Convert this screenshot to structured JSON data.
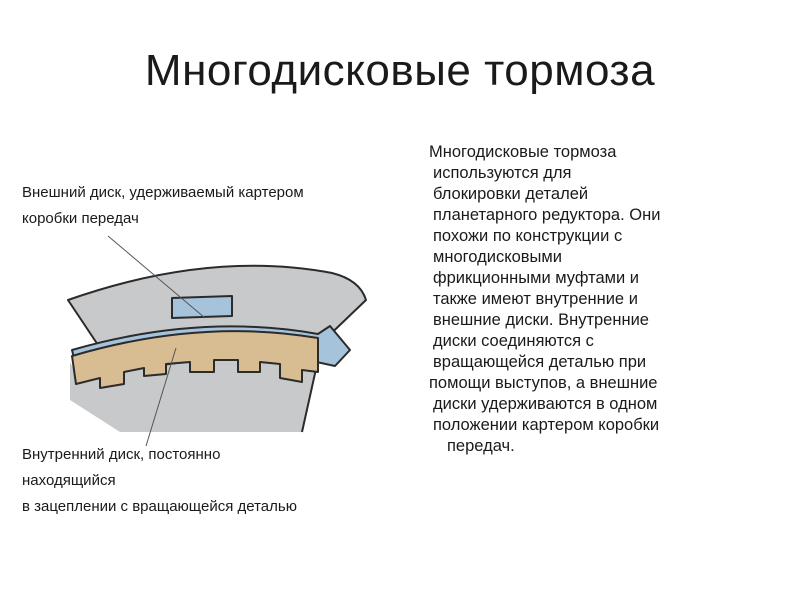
{
  "slide": {
    "title": "Многодисковые тормоза",
    "label_outer": [
      "Внешний диск, удерживаемый картером",
      "коробки передач"
    ],
    "label_inner": [
      "Внутренний диск, постоянно",
      "находящийся",
      "в зацеплении с вращающейся деталью"
    ],
    "body_lines": [
      "Многодисковые тормоза",
      "используются для",
      "блокировки деталей",
      "планетарного редуктора. Они",
      "похожи по конструкции с",
      "многодисковыми",
      "фрикционными муфтами и",
      "также  имеют внутренние и",
      "внешние диски. Внутренние",
      "диски соединяются с",
      "вращающейся деталью при",
      "помощи выступов, а внешние",
      "диски удерживаются в одном",
      "положении картером коробки",
      "передач."
    ]
  },
  "colors": {
    "housing_gray": "#c8c9cb",
    "outer_disc_blue": "#a6c3dc",
    "inner_disc_tan": "#d8bc92",
    "outline": "#2b2b2b"
  }
}
